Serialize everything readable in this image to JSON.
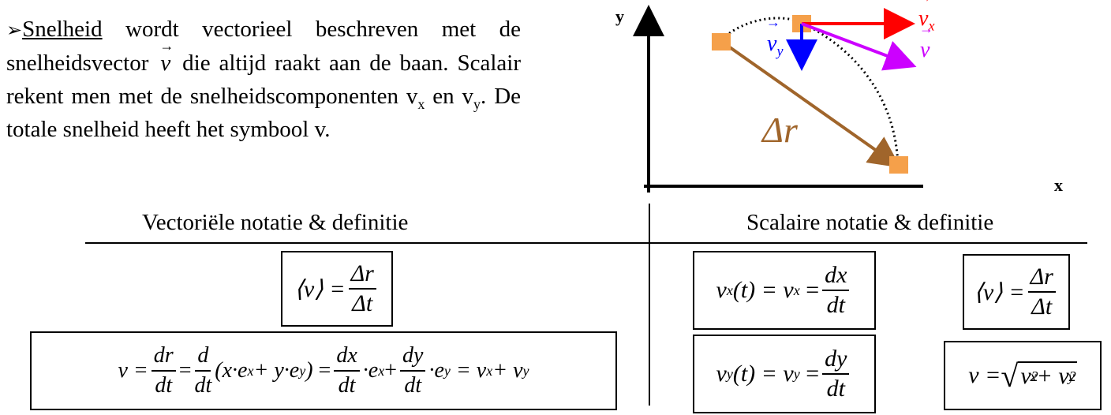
{
  "intro": {
    "bullet": "➢",
    "keyword": "Snelheid",
    "line1": " wordt vectorieel beschreven met de snelheidsvector ",
    "vec_symbol": "v",
    "line2": " die altijd raakt aan de baan. Scalair rekent men met de snelheidscomponenten v",
    "sub_x": "x",
    "mid": " en v",
    "sub_y": "y",
    "line3": ". De totale snelheid heeft het symbool v."
  },
  "diagram": {
    "axis_x": "x",
    "axis_y": "y",
    "vx_label": "v",
    "vx_sub": "x",
    "vy_label": "v",
    "vy_sub": "y",
    "v_label": "v",
    "dr_label": "Δr",
    "colors": {
      "vx": "#ff0000",
      "vy": "#0000ff",
      "v": "#cc00ff",
      "dr": "#a0652b",
      "marker": "#f5a04a"
    }
  },
  "headers": {
    "vector": "Vectoriële notatie & definitie",
    "scalar": "Scalaire notatie & definitie"
  },
  "formulas": {
    "avg_vec": {
      "lhs": "⟨v⟩ =",
      "num": "Δr",
      "den": "Δt"
    },
    "full_vec": {
      "f1": "v =",
      "f1_num": "dr",
      "f1_den": "dt",
      "f2_num": "d",
      "f2_den": "dt",
      "paren": "(x·e",
      "paren_mid": " + y·e",
      "paren_end": ")",
      "f3_num": "dx",
      "f3_den": "dt",
      "dot_ex": "·e",
      "plus": "+",
      "f4_num": "dy",
      "f4_den": "dt",
      "dot_ey": "·e",
      "tail": "= v",
      "tail_mid": " + v",
      "sub_x": "x",
      "sub_y": "y"
    },
    "vx_def": {
      "lhs": "v",
      "sub": "x",
      "t": "(t) = v",
      "num": "dx",
      "den": "dt"
    },
    "vy_def": {
      "lhs": "v",
      "sub": "y",
      "t": "(t) = v",
      "num": "dy",
      "den": "dt"
    },
    "avg_scalar": {
      "lhs": "⟨v⟩ =",
      "num": "Δr",
      "den": "Δt"
    },
    "magnitude": {
      "lhs": "v =",
      "rad": "√",
      "a": "v",
      "plus": " + v",
      "sup": "2",
      "sub_x": "x",
      "sub_y": "y"
    }
  }
}
